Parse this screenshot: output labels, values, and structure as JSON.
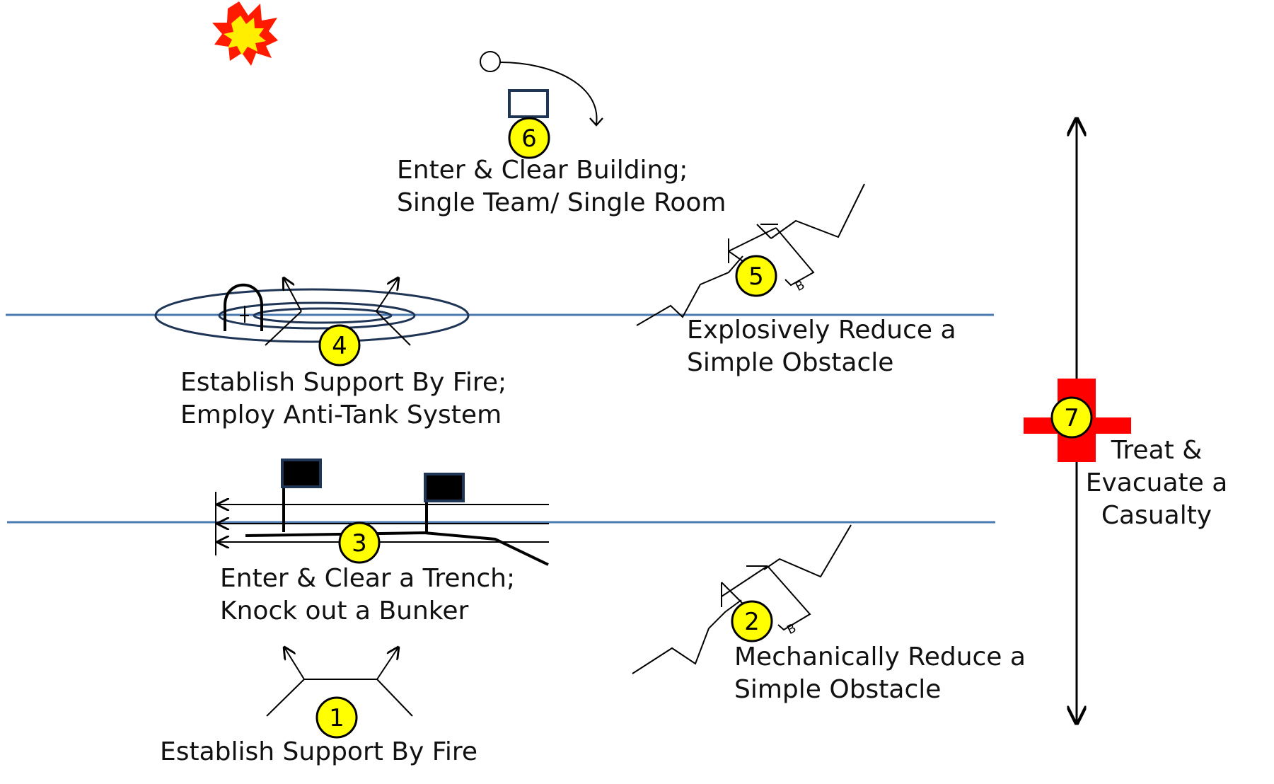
{
  "colors": {
    "phase_line": "#4a7ab0",
    "cross": "#ff0000",
    "badge": "#ffff00",
    "ink": "#000000",
    "building": "#1f3555",
    "burst_outer": "#ff1a00",
    "burst_inner": "#ffee00"
  },
  "icons": {
    "burst": "explosion-icon",
    "cross": "medical-cross-icon",
    "building": "building-icon"
  },
  "drills": [
    {
      "number": "1",
      "line1": "Establish Support By Fire",
      "line2": ""
    },
    {
      "number": "2",
      "line1": "Mechanically Reduce a",
      "line2": "Simple Obstacle"
    },
    {
      "number": "3",
      "line1": "Enter & Clear a Trench;",
      "line2": "Knock out a Bunker"
    },
    {
      "number": "4",
      "line1": "Establish Support By Fire;",
      "line2": "Employ Anti-Tank System"
    },
    {
      "number": "5",
      "line1": "Explosively Reduce a",
      "line2": "Simple Obstacle"
    },
    {
      "number": "6",
      "line1": "Enter & Clear Building;",
      "line2": "Single Team/ Single Room"
    },
    {
      "number": "7",
      "line1": "Treat &",
      "line2": "Evacuate a",
      "line3": "Casualty"
    }
  ],
  "obstacle_marker": "B"
}
